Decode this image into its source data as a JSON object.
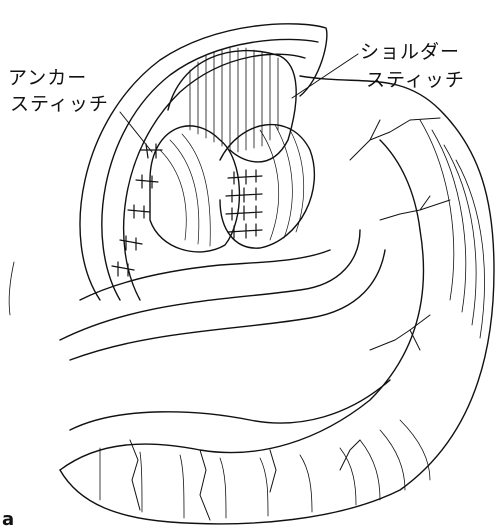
{
  "labels": {
    "anchor_stitch": [
      "アンカー",
      "スティッチ"
    ],
    "shoulder_stitch": [
      "ショルダー",
      "スティッチ"
    ],
    "panel": "a"
  },
  "colors": {
    "ink": "#111111",
    "background": "#ffffff"
  }
}
